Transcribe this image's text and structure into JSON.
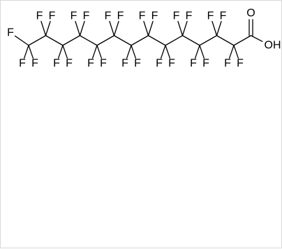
{
  "molecule": {
    "chain_fluorine_label": "F",
    "carbonyl_oxygen_label": "O",
    "hydroxyl_label": "OH",
    "colors": {
      "ink": "#000000",
      "background": "#ffffff",
      "frame_border": "#d8d8d8"
    }
  }
}
